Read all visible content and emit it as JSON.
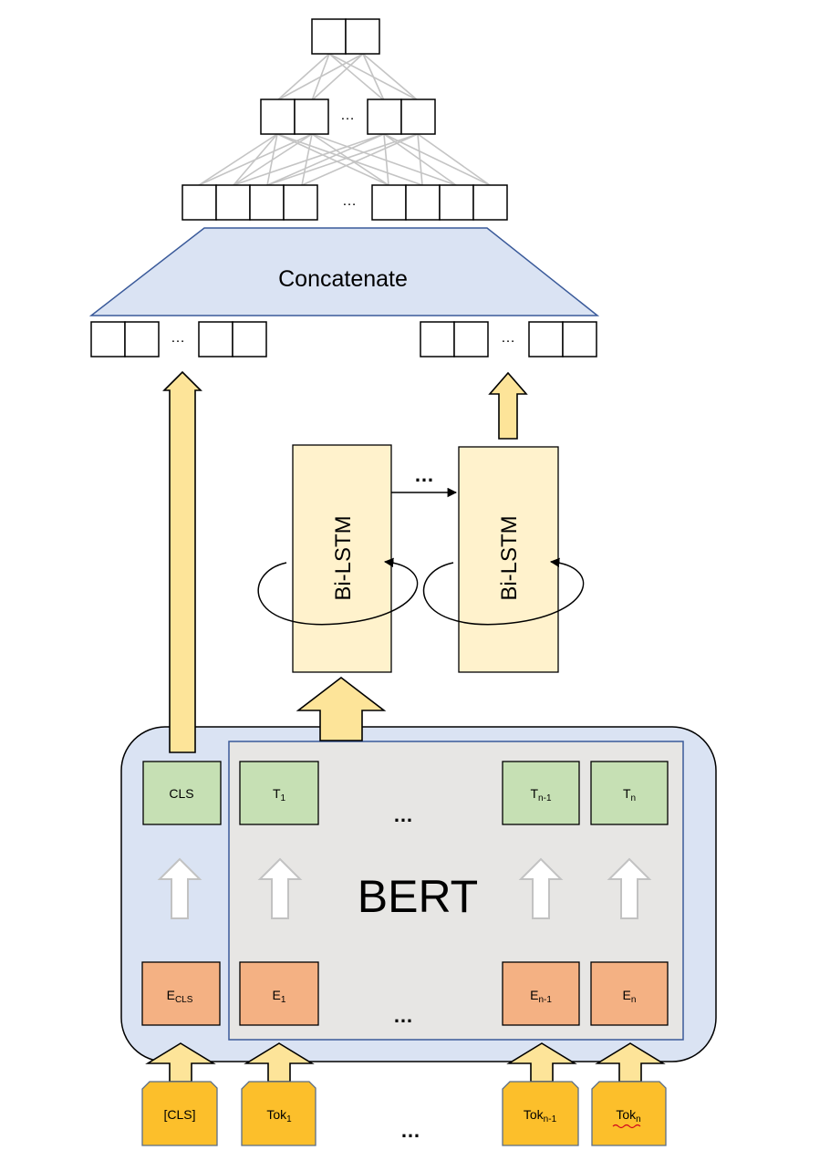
{
  "concat_label": "Concatenate",
  "bert_label": "BERT",
  "lstm_label": "Bi-LSTM",
  "ellipsis": "…",
  "lstm_dots": "…",
  "token_dots": "…",
  "output_nodes": [
    {
      "main": "CLS",
      "sub": ""
    },
    {
      "main": "T",
      "sub": "1"
    },
    {
      "main": "T",
      "sub": "n-1"
    },
    {
      "main": "T",
      "sub": "n"
    }
  ],
  "embedding_nodes": [
    {
      "main": "E",
      "sub": "CLS"
    },
    {
      "main": "E",
      "sub": "1"
    },
    {
      "main": "E",
      "sub": "n-1"
    },
    {
      "main": "E",
      "sub": "n"
    }
  ],
  "input_tokens": [
    {
      "main": "[CLS]",
      "sub": ""
    },
    {
      "main": "Tok",
      "sub": "1"
    },
    {
      "main": "Tok",
      "sub": "n-1"
    },
    {
      "main": "Tok",
      "sub": "n"
    }
  ],
  "colors": {
    "bert_outer": "#dae3f3",
    "bert_inner": "#e7e6e4",
    "node_green": "#c6e0b4",
    "node_salmon": "#f4b183",
    "token_gold": "#fcbf2b",
    "arrow_yellow": "#fde499",
    "lstm_fill": "#fff2cc",
    "concat_fill": "#dae3f3"
  }
}
